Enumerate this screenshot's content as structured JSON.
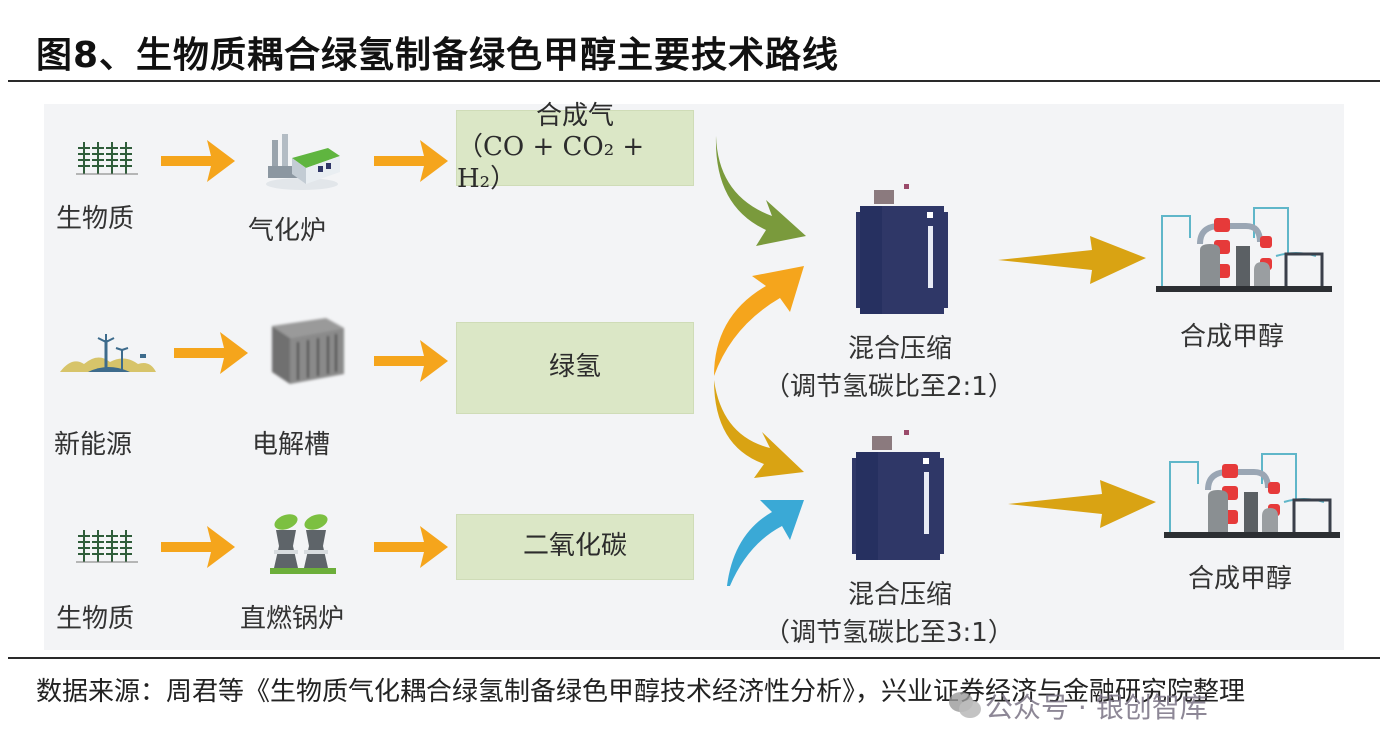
{
  "figure": {
    "title": "图8、生物质耦合绿氢制备绿色甲醇主要技术路线"
  },
  "rows": [
    {
      "source": {
        "label": "生物质",
        "icon": "biomass-trees-icon"
      },
      "process": {
        "label": "气化炉",
        "icon": "gasifier-factory-icon"
      },
      "product": {
        "label": "合成气",
        "formula": "（CO + CO₂ + H₂）"
      }
    },
    {
      "source": {
        "label": "新能源",
        "icon": "wind-solar-landscape-icon"
      },
      "process": {
        "label": "电解槽",
        "icon": "electrolyzer-icon"
      },
      "product": {
        "label": "绿氢"
      }
    },
    {
      "source": {
        "label": "生物质",
        "icon": "biomass-trees-icon"
      },
      "process": {
        "label": "直燃锅炉",
        "icon": "boiler-cooling-tower-icon"
      },
      "product": {
        "label": "二氧化碳"
      }
    }
  ],
  "mixers": [
    {
      "label": "混合压缩",
      "note": "（调节氢碳比至2:1）",
      "icon": "compressor-tank-icon"
    },
    {
      "label": "混合压缩",
      "note": "（调节氢碳比至3:1）",
      "icon": "compressor-tank-icon"
    }
  ],
  "outputs": [
    {
      "label": "合成甲醇",
      "icon": "methanol-plant-icon"
    },
    {
      "label": "合成甲醇",
      "icon": "methanol-plant-icon"
    }
  ],
  "colors": {
    "arrow_orange": "#f5a51c",
    "arrow_green": "#7a9a3c",
    "arrow_gold": "#d9a313",
    "arrow_blue": "#3aa9d6",
    "box_fill": "#dbe7c6",
    "tank": "#2f3767"
  },
  "footer": {
    "source_text": "数据来源：周君等《生物质气化耦合绿氢制备绿色甲醇技术经济性分析》，兴业证券经济与金融研究院整理",
    "watermark": "公众号 · 银创智库"
  }
}
